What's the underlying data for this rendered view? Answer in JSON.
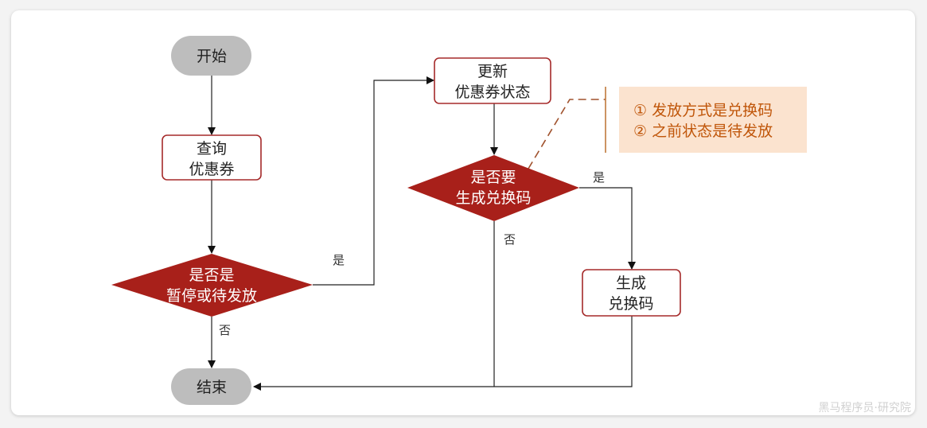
{
  "nodes": {
    "start": "开始",
    "query_line1": "查询",
    "query_line2": "优惠券",
    "check_status_line1": "是否是",
    "check_status_line2": "暂停或待发放",
    "update_line1": "更新",
    "update_line2": "优惠券状态",
    "need_code_line1": "是否要",
    "need_code_line2": "生成兑换码",
    "gen_line1": "生成",
    "gen_line2": "兑换码",
    "end": "结束"
  },
  "edges": {
    "status_yes": "是",
    "status_no": "否",
    "code_yes": "是",
    "code_no": "否"
  },
  "note": {
    "line1": "① 发放方式是兑换码",
    "line2": "② 之前状态是待发放"
  },
  "watermark": "黑马程序员·研究院",
  "colors": {
    "terminal_fill": "#bdbdbd",
    "process_border": "#a52a2a",
    "decision_fill": "#a8201a",
    "note_bg": "#fbe3cf",
    "note_text": "#c0560a"
  }
}
